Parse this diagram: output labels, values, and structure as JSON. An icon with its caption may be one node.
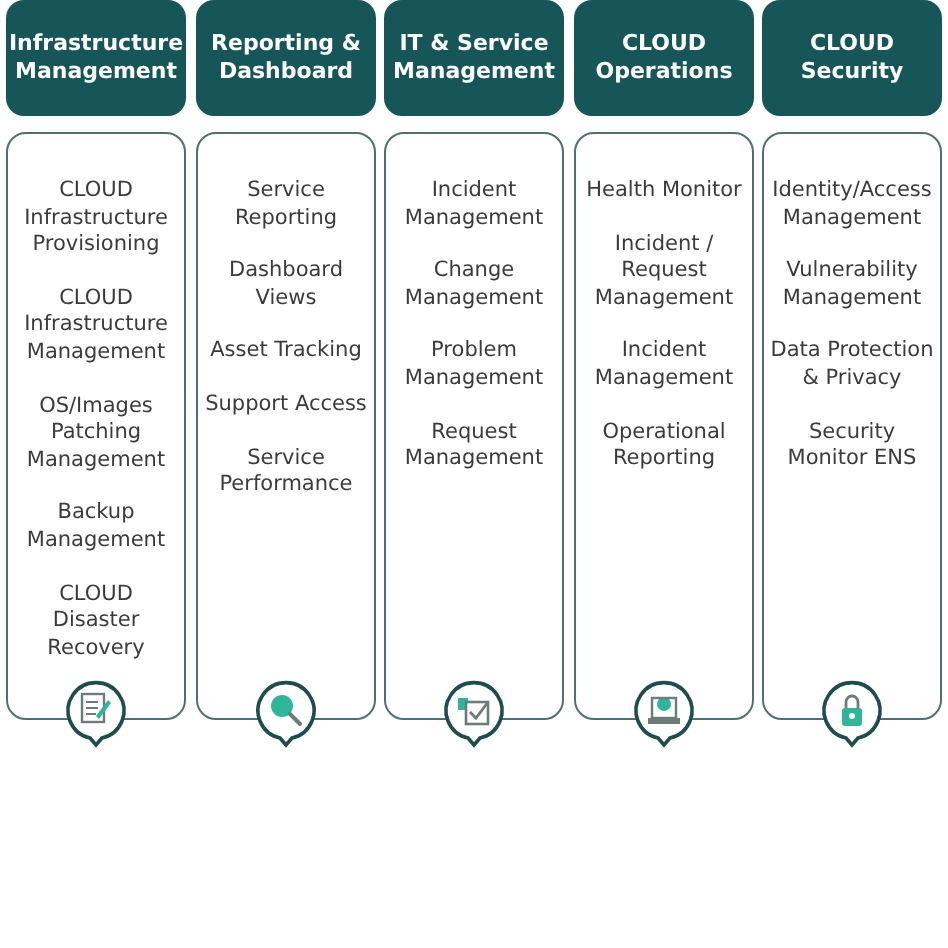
{
  "diagram": {
    "nodes": [
      {
        "text": [
          "Infrastructure Management"
        ]
      },
      {
        "text": [
          "CLOUD Infrastructure Provisioning",
          "CLOUD Infrastructure Management",
          "OS/Images Patching Management",
          "Backup Management",
          "CLOUD Disaster Recovery"
        ]
      },
      {
        "text": [
          "Reporting & Dashboard"
        ]
      },
      {
        "text": [
          "Service Reporting",
          "Dashboard Views",
          "Asset Tracking",
          "Support Access",
          "Service Performance"
        ]
      },
      {
        "text": [
          "IT & Service Management"
        ]
      },
      {
        "text": [
          "Incident Management",
          "Change Management",
          "Problem Management",
          "Request Management"
        ]
      },
      {
        "text": [
          "CLOUD Operations"
        ]
      },
      {
        "text": [
          "Health Monitor",
          "Incident / Request Management",
          "Incident Management",
          "Operational Reporting"
        ]
      },
      {
        "text": [
          "CLOUD Security"
        ]
      },
      {
        "text": [
          "Identity/Access Management",
          "Vulnerability Management",
          "Data Protection & Privacy",
          "Security Monitor ENS"
        ]
      }
    ],
    "edges": []
  }
}
